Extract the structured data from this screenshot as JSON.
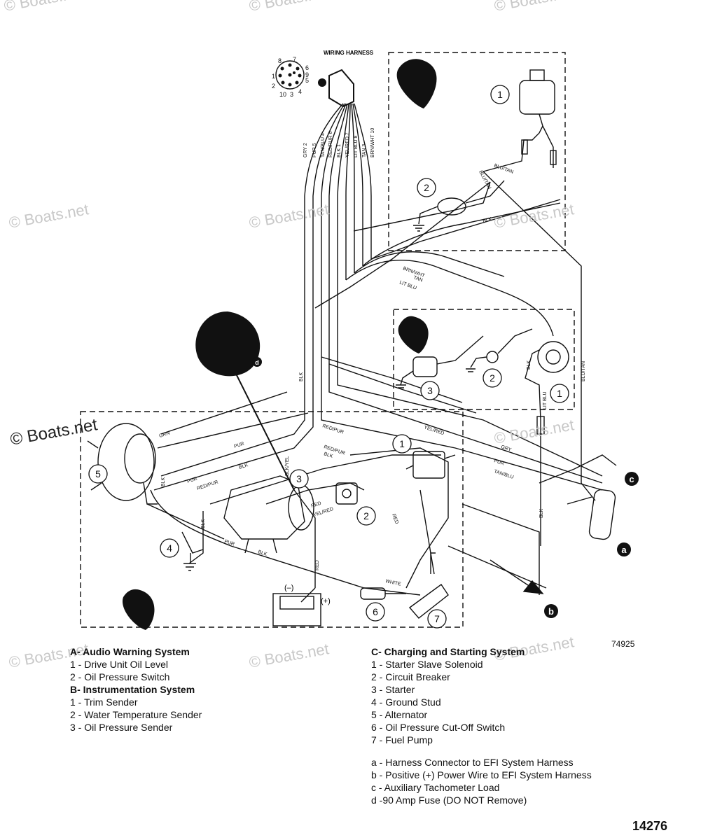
{
  "watermark": "© Boats.net",
  "harness_label": "WIRING HARNESS",
  "connector_pins": [
    "8",
    "7",
    "1",
    "6",
    "2",
    "5",
    "10",
    "3",
    "4",
    "9"
  ],
  "harness_wires": [
    "GRY 2",
    "PUR 5",
    "TAN/BLU 4",
    "RED/PUR 6",
    "BLK 1",
    "YEL/RED 7",
    "LIT BLU 8",
    "TAN 3",
    "BRN/WHT 10"
  ],
  "wire_labels": {
    "blu_tan": "BLU/TAN",
    "blk": "BLK",
    "brn_wht": "BRN/WHT",
    "tan": "TAN",
    "lit_blu": "LIT BLU",
    "grn": "GRN",
    "pur": "PUR",
    "red_pur": "RED/PUR",
    "yel_red": "YEL/RED",
    "red": "RED",
    "gry": "GRY",
    "tan_blu": "TAN/BLU",
    "wht": "WHITE",
    "blk_yel": "BLK/YEL"
  },
  "component_numbers": {
    "a1": "1",
    "a2": "2",
    "b1": "1",
    "b2": "2",
    "b3": "3",
    "c1": "1",
    "c2": "2",
    "c3": "3",
    "c4": "4",
    "c5": "5",
    "c6": "6",
    "c7": "7"
  },
  "battery_neg": "(–)",
  "battery_pos": "(+)",
  "callouts": {
    "a": "a",
    "b": "b",
    "c": "c",
    "d": "d"
  },
  "legend": {
    "a_title": "A- Audio Warning System",
    "a_items": [
      "1 - Drive Unit Oil Level",
      "2 - Oil Pressure Switch"
    ],
    "b_title": "B- Instrumentation System",
    "b_items": [
      "1 - Trim Sender",
      "2 - Water Temperature Sender",
      "3 - Oil Pressure Sender"
    ],
    "c_title": "C- Charging and Starting System",
    "c_items": [
      "1 - Starter Slave Solenoid",
      "2 - Circuit Breaker",
      "3 - Starter",
      "4 - Ground Stud",
      "5 - Alternator",
      "6 - Oil Pressure Cut-Off Switch",
      "7 - Fuel Pump"
    ],
    "notes": [
      "a - Harness Connector to EFI System Harness",
      "b - Positive (+) Power Wire to EFI System Harness",
      "c - Auxiliary Tachometer Load",
      "d -90 Amp Fuse (DO NOT Remove)"
    ]
  },
  "figure_code": "74925",
  "page_number": "14276"
}
